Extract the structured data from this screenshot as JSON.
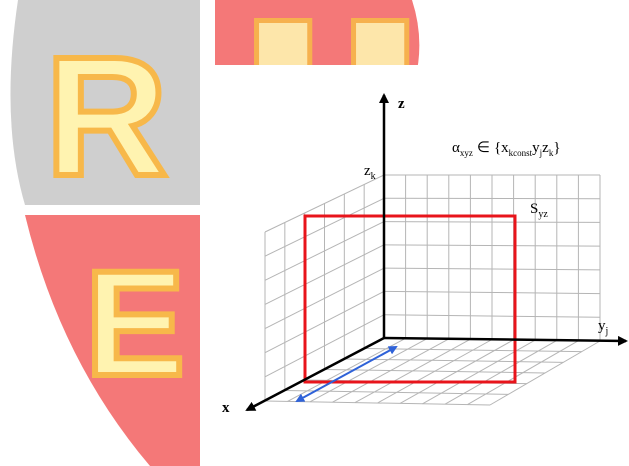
{
  "watermark": {
    "letters": [
      "R",
      "E"
    ],
    "colors": {
      "gray": "#c9c9c9",
      "red": "#f16a6a",
      "letter_fill": "#fff3b0",
      "letter_stroke": "#f7b84a"
    }
  },
  "diagram": {
    "axis_labels": {
      "z": "z",
      "y": "y",
      "x": "x"
    },
    "y_sub": "j",
    "zk_label": "z",
    "zk_sub": "k",
    "plane_label": "S",
    "plane_sub": "yz",
    "formula": {
      "alpha": "α",
      "alpha_sub": "xyz",
      "in_symbol": "∈",
      "open_brace": "{",
      "x": "x",
      "x_sub": "kconst",
      "y": "y",
      "y_sub": "j",
      "z": "z",
      "z_sub": "k",
      "close_brace": "}"
    },
    "colors": {
      "plane": "#e8141b",
      "arrow": "#2f62d8",
      "grid": "#b5b5b5",
      "axis": "#000000"
    }
  }
}
